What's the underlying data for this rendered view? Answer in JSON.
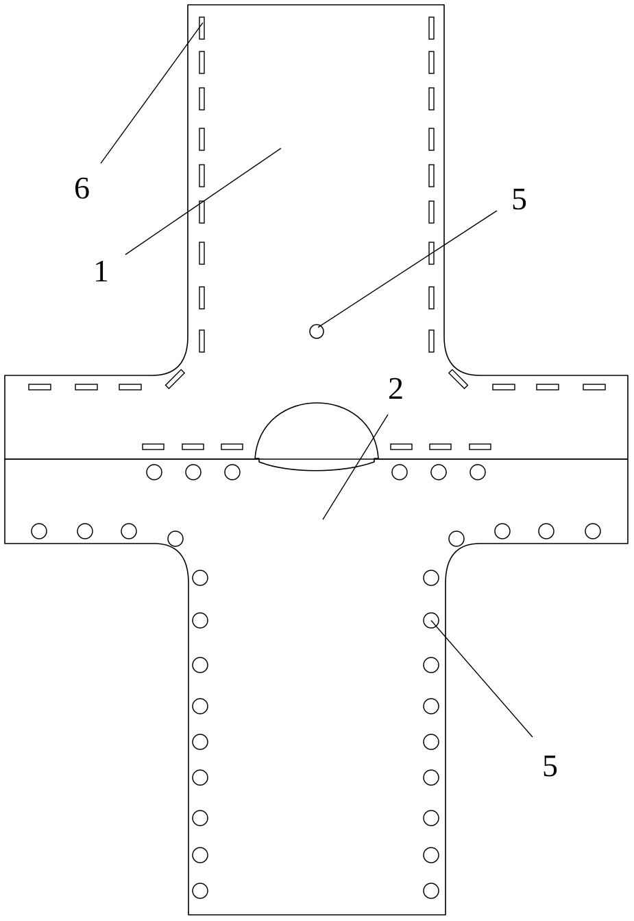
{
  "labels": {
    "part_1": "1",
    "part_2": "2",
    "part_5_upper": "5",
    "part_5_lower": "5",
    "part_6": "6"
  },
  "colors": {
    "stroke": "#000000",
    "background": "#ffffff"
  }
}
